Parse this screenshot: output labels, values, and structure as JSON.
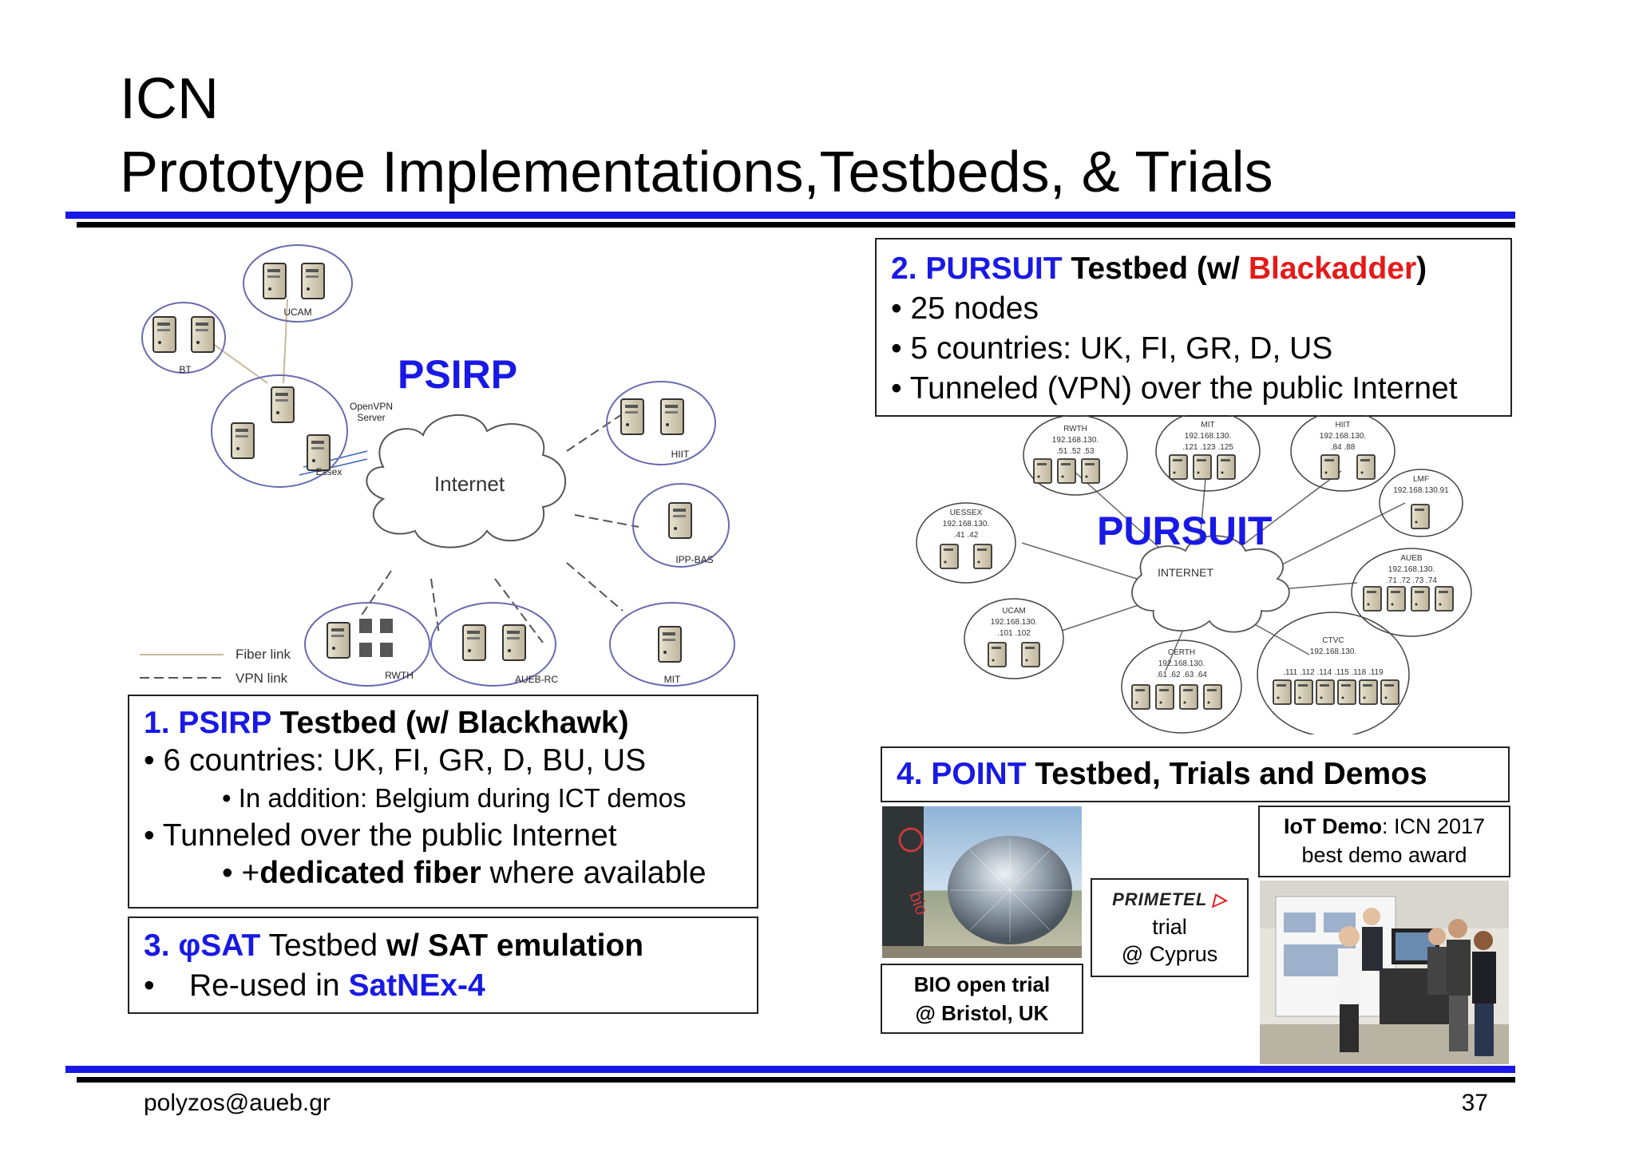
{
  "slide": {
    "title_line1": "ICN",
    "title_line2": "Prototype Implementations,Testbeds, & Trials",
    "footer_email": "polyzos@aueb.gr",
    "page_number": "37"
  },
  "psirp_diagram": {
    "heading": "PSIRP",
    "cloud_label": "Internet",
    "sites": [
      "BT",
      "UCAM",
      "Essex",
      "HIIT",
      "IPP-BAS",
      "RWTH",
      "AUEB-RC",
      "MIT"
    ],
    "server_label": "OpenVPN Server",
    "legend": {
      "fiber": "Fiber link",
      "vpn": "VPN link"
    }
  },
  "pursuit_diagram": {
    "heading": "PURSUIT",
    "cloud_label": "INTERNET",
    "sites": [
      {
        "name": "RWTH",
        "subnet": "192.168.130.",
        "hosts": ".51  .52  .53"
      },
      {
        "name": "MIT",
        "subnet": "192.168.130.",
        "hosts": ".121  .123  .125"
      },
      {
        "name": "HIIT",
        "subnet": "192.168.130.",
        "hosts": ".84      .88"
      },
      {
        "name": "LMF",
        "subnet": "192.168.130.91",
        "hosts": ""
      },
      {
        "name": "UESSEX",
        "subnet": "192.168.130.",
        "hosts": ".41      .42"
      },
      {
        "name": "AUEB",
        "subnet": "192.168.130.",
        "hosts": ".71  .72  .73  .74"
      },
      {
        "name": "UCAM",
        "subnet": "192.168.130.",
        "hosts": ".101    .102"
      },
      {
        "name": "CERTH",
        "subnet": "192.168.130.",
        "hosts": ".61  .62  .63  .64"
      },
      {
        "name": "CTVC",
        "subnet": "192.168.130.",
        "hosts": ".111 .112 .114 .115 .118 .119"
      }
    ]
  },
  "box1": {
    "num": "1.",
    "name": "PSIRP",
    "rest": " Testbed (w/ Blackhawk)",
    "b1": "• 6 countries: UK, FI, GR, D, BU, US",
    "b1a": "• In addition: Belgium during ICT demos",
    "b2": "• Tunneled over the public Internet",
    "b2a_pre": "• +",
    "b2a_bold": "dedicated fiber",
    "b2a_post": " where available"
  },
  "box2": {
    "num": "2.",
    "name": "PURSUIT",
    "mid": " Testbed (w/ ",
    "tool": "Blackadder",
    "end": ")",
    "b1": "• 25 nodes",
    "b2": "• 5 countries: UK, FI, GR, D, US",
    "b3": "• Tunneled (VPN) over the public Internet"
  },
  "box3": {
    "num": "3.",
    "name": "φSAT",
    "mid": " Testbed ",
    "bold": "w/ SAT emulation",
    "b1_pre": "•    Re-used in ",
    "b1_link": "SatNEx-4"
  },
  "box4": {
    "num": "4.",
    "name": "POINT",
    "rest": " Testbed, Trials and Demos"
  },
  "bio": {
    "line1": "BIO open trial",
    "line2": "@ Bristol, UK",
    "sign_text": "bio"
  },
  "primetel": {
    "logo": "PRIMETEL",
    "line1": "trial",
    "line2": "@ Cyprus"
  },
  "iot": {
    "bold": "IoT Demo",
    "rest": ": ICN 2017",
    "line2": "best demo award"
  },
  "colors": {
    "accent_blue": "#1919e6",
    "accent_red": "#e61919",
    "rule_black": "#000000"
  }
}
